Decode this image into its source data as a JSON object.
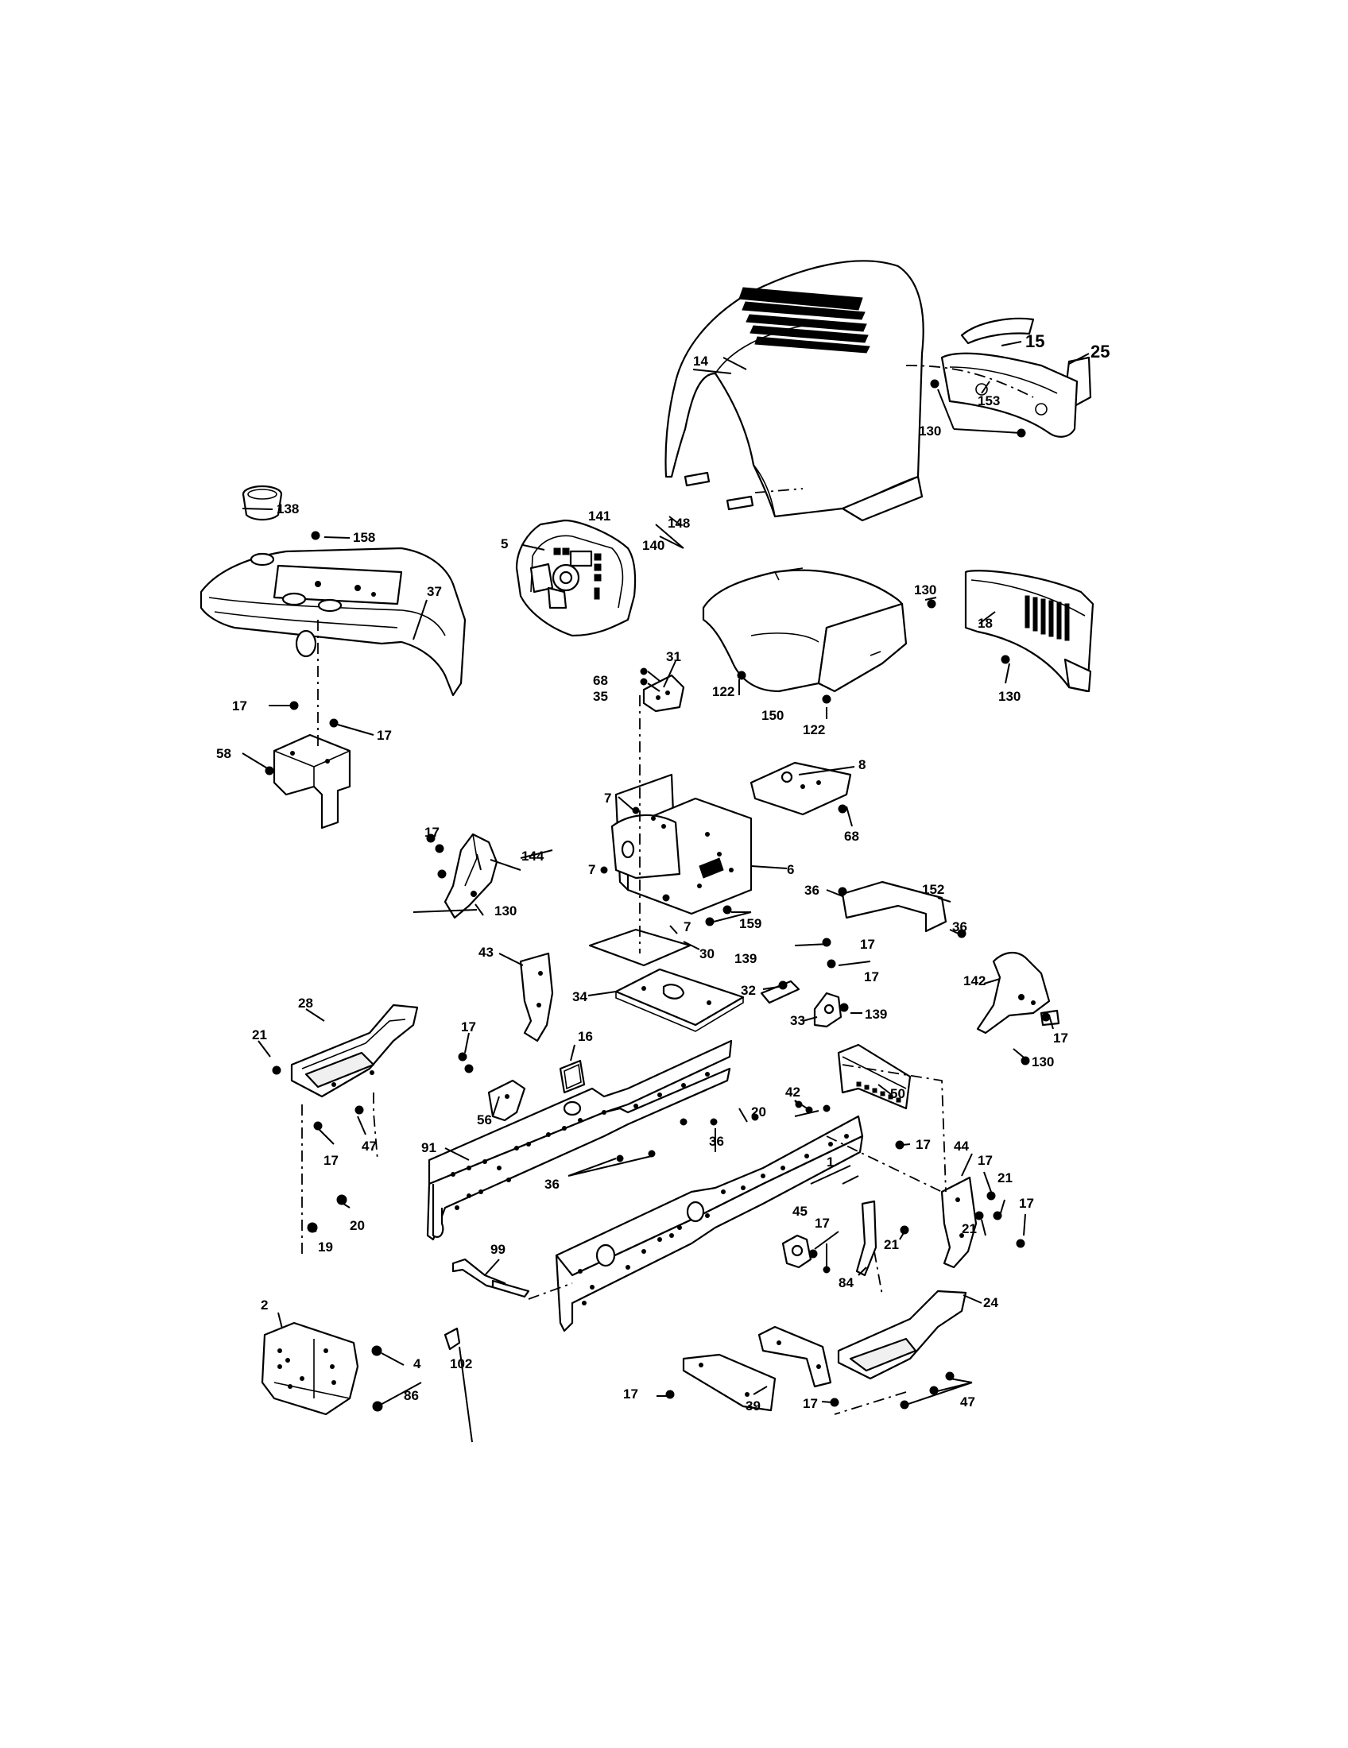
{
  "labels": {
    "l1": "1",
    "l2": "2",
    "l4": "4",
    "l5": "5",
    "l6": "6",
    "l7a": "7",
    "l7b": "7",
    "l7c": "7",
    "l8": "8",
    "l14": "14",
    "l15": "15",
    "l16": "16",
    "l17a": "17",
    "l17b": "17",
    "l17c": "17",
    "l17d": "17",
    "l17e": "17",
    "l17f": "17",
    "l17g": "17",
    "l17h": "17",
    "l17i": "17",
    "l17j": "17",
    "l17k": "17",
    "l17l": "17",
    "l17m": "17",
    "l17n": "17",
    "l18": "18",
    "l19": "19",
    "l20a": "20",
    "l20b": "20",
    "l21a": "21",
    "l21b": "21",
    "l21c": "21",
    "l21d": "21",
    "l24": "24",
    "l25": "25",
    "l28": "28",
    "l30": "30",
    "l31": "31",
    "l32": "32",
    "l33": "33",
    "l34": "34",
    "l35": "35",
    "l36a": "36",
    "l36b": "36",
    "l36c": "36",
    "l36d": "36",
    "l37": "37",
    "l39": "39",
    "l42": "42",
    "l43": "43",
    "l44": "44",
    "l45": "45",
    "l47a": "47",
    "l47b": "47",
    "l50": "50",
    "l56": "56",
    "l58": "58",
    "l68a": "68",
    "l68b": "68",
    "l84": "84",
    "l86": "86",
    "l91": "91",
    "l99": "99",
    "l102": "102",
    "l122a": "122",
    "l122b": "122",
    "l130a": "130",
    "l130b": "130",
    "l130c": "130",
    "l130d": "130",
    "l130e": "130",
    "l138": "138",
    "l139a": "139",
    "l139b": "139",
    "l140": "140",
    "l141": "141",
    "l142": "142",
    "l144": "144",
    "l148": "148",
    "l150": "150",
    "l152": "152",
    "l153": "153",
    "l158": "158",
    "l159": "159"
  }
}
